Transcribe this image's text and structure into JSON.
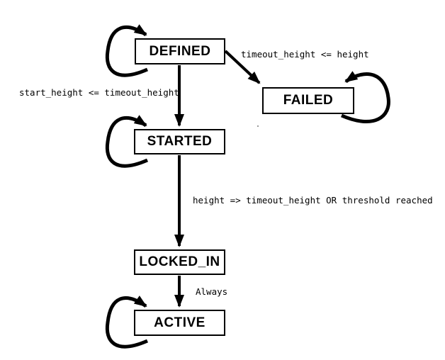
{
  "diagram": {
    "type": "state-machine",
    "colors": {
      "background": "#ffffff",
      "line": "#000000",
      "text": "#000000",
      "node_fill": "#ffffff",
      "node_border": "#000000"
    },
    "states": [
      {
        "name": "DEFINED",
        "self_loop": true
      },
      {
        "name": "FAILED",
        "self_loop": true
      },
      {
        "name": "STARTED",
        "self_loop": true
      },
      {
        "name": "LOCKED_IN",
        "self_loop": false
      },
      {
        "name": "ACTIVE",
        "self_loop": true
      }
    ],
    "transitions": [
      {
        "from": "DEFINED",
        "to": "FAILED",
        "label": "timeout_height <= height"
      },
      {
        "from": "DEFINED",
        "to": "STARTED",
        "label": "start_height <= timeout_height"
      },
      {
        "from": "STARTED",
        "to": "LOCKED_IN",
        "label": "height => timeout_height OR threshold reached"
      },
      {
        "from": "LOCKED_IN",
        "to": "ACTIVE",
        "label": "Always"
      }
    ]
  }
}
